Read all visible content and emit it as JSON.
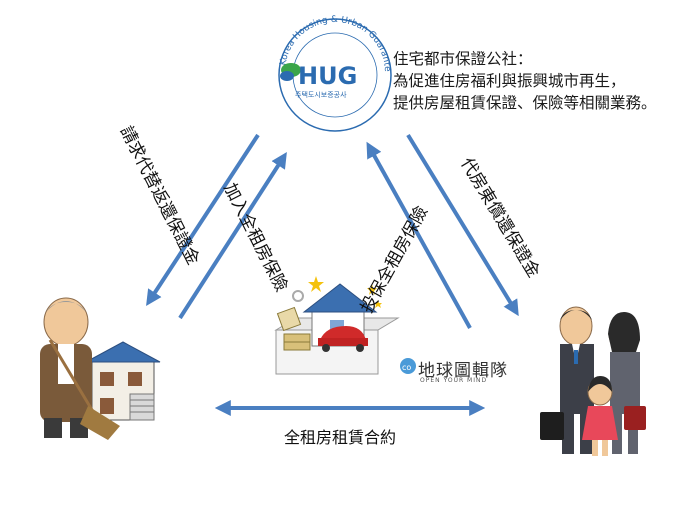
{
  "hug": {
    "logo_text": "HUG",
    "logo_korean": "주택도시보증공사",
    "ring_text": "Korea Housing & Urban Guarantee Corporation"
  },
  "description": {
    "line1": "住宅都市保證公社：",
    "line2": "為促進住房福利與振興城市再生，",
    "line3": "提供房屋租賃保證、保險等相關業務。"
  },
  "arrows": {
    "landlord_claim": "請求代替返還保證金",
    "landlord_join": "加入全租房保險",
    "tenant_join": "投保全租房保險",
    "tenant_refund": "代房東償還保證金"
  },
  "lease": {
    "label": "全租房租賃合約"
  },
  "brand": {
    "name": "地球圖輯隊",
    "tagline": "OPEN YOUR MIND"
  },
  "colors": {
    "arrow": "#4a7fc1",
    "hug_blue": "#2b6bb0",
    "hug_green": "#3aa54a"
  }
}
